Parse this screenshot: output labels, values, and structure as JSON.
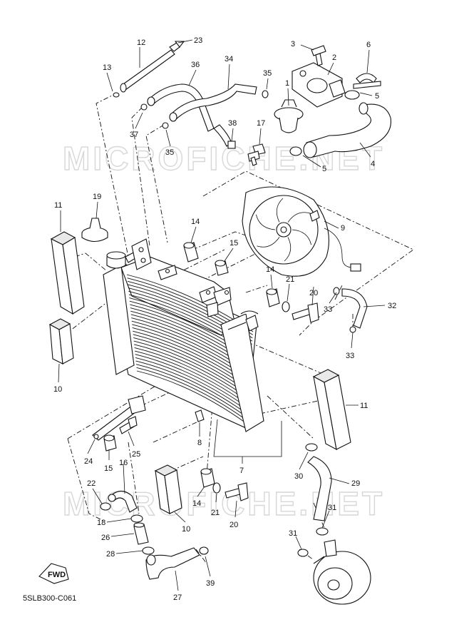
{
  "diagram": {
    "watermarks": [
      "MICROFICHE.NET",
      "MICROFICHE.NET"
    ],
    "code": "5SLB300-C061",
    "fwd_label": "FWD",
    "callouts": [
      {
        "id": "c1",
        "label": "1"
      },
      {
        "id": "c2",
        "label": "2"
      },
      {
        "id": "c3",
        "label": "3"
      },
      {
        "id": "c4",
        "label": "4"
      },
      {
        "id": "c5a",
        "label": "5"
      },
      {
        "id": "c5b",
        "label": "5"
      },
      {
        "id": "c6",
        "label": "6"
      },
      {
        "id": "c7",
        "label": "7"
      },
      {
        "id": "c8",
        "label": "8"
      },
      {
        "id": "c9",
        "label": "9"
      },
      {
        "id": "c10a",
        "label": "10"
      },
      {
        "id": "c10b",
        "label": "10"
      },
      {
        "id": "c11a",
        "label": "11"
      },
      {
        "id": "c11b",
        "label": "11"
      },
      {
        "id": "c12",
        "label": "12"
      },
      {
        "id": "c13",
        "label": "13"
      },
      {
        "id": "c14a",
        "label": "14"
      },
      {
        "id": "c14b",
        "label": "14"
      },
      {
        "id": "c14c",
        "label": "14"
      },
      {
        "id": "c15a",
        "label": "15"
      },
      {
        "id": "c15b",
        "label": "15"
      },
      {
        "id": "c16",
        "label": "16"
      },
      {
        "id": "c17",
        "label": "17"
      },
      {
        "id": "c18",
        "label": "18"
      },
      {
        "id": "c19",
        "label": "19"
      },
      {
        "id": "c20a",
        "label": "20"
      },
      {
        "id": "c20b",
        "label": "20"
      },
      {
        "id": "c21a",
        "label": "21"
      },
      {
        "id": "c21b",
        "label": "21"
      },
      {
        "id": "c22",
        "label": "22"
      },
      {
        "id": "c23",
        "label": "23"
      },
      {
        "id": "c24",
        "label": "24"
      },
      {
        "id": "c25",
        "label": "25"
      },
      {
        "id": "c26",
        "label": "26"
      },
      {
        "id": "c27",
        "label": "27"
      },
      {
        "id": "c28",
        "label": "28"
      },
      {
        "id": "c29",
        "label": "29"
      },
      {
        "id": "c30",
        "label": "30"
      },
      {
        "id": "c31a",
        "label": "31"
      },
      {
        "id": "c31b",
        "label": "31"
      },
      {
        "id": "c32",
        "label": "32"
      },
      {
        "id": "c33a",
        "label": "33"
      },
      {
        "id": "c33b",
        "label": "33"
      },
      {
        "id": "c34",
        "label": "34"
      },
      {
        "id": "c35a",
        "label": "35"
      },
      {
        "id": "c35b",
        "label": "35"
      },
      {
        "id": "c36",
        "label": "36"
      },
      {
        "id": "c37",
        "label": "37"
      },
      {
        "id": "c38",
        "label": "38"
      },
      {
        "id": "c39",
        "label": "39"
      }
    ]
  }
}
